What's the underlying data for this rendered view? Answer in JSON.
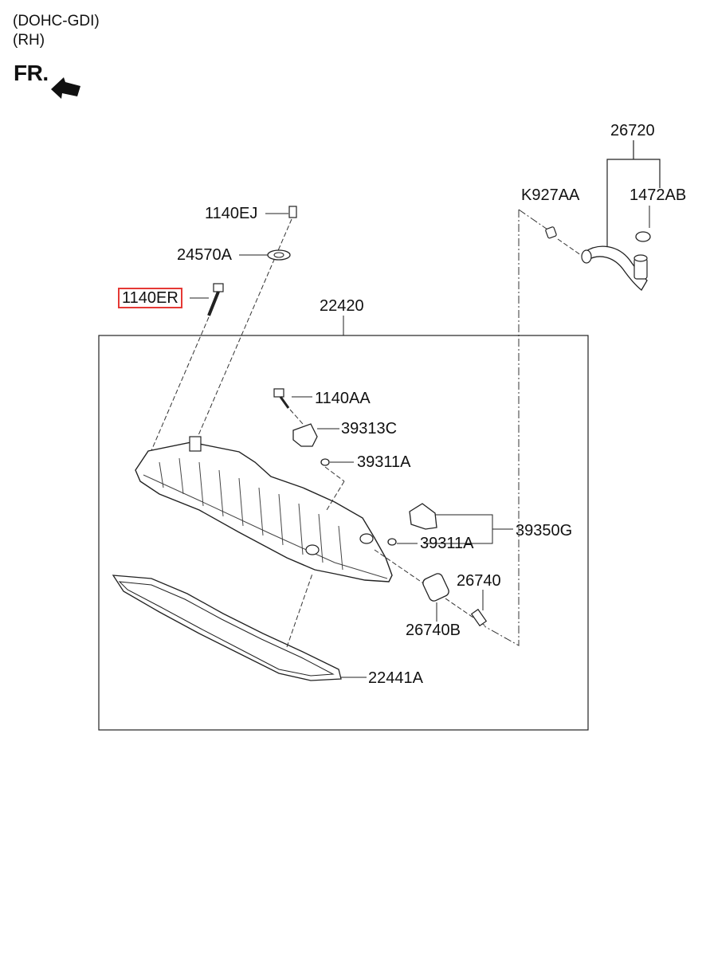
{
  "header": {
    "engine": "(DOHC-GDI)",
    "side": "(RH)",
    "front_indicator": "FR."
  },
  "highlight_color": "#e53935",
  "parts": {
    "p26720": "26720",
    "pK927AA": "K927AA",
    "p1472AB": "1472AB",
    "p1140EJ": "1140EJ",
    "p24570A": "24570A",
    "p1140ER": "1140ER",
    "p22420": "22420",
    "p1140AA": "1140AA",
    "p39313C": "39313C",
    "p39311A_top": "39311A",
    "p39350G": "39350G",
    "p39311A_bottom": "39311A",
    "p26740": "26740",
    "p26740B": "26740B",
    "p22441A": "22441A"
  },
  "highlighted_part": "1140ER"
}
